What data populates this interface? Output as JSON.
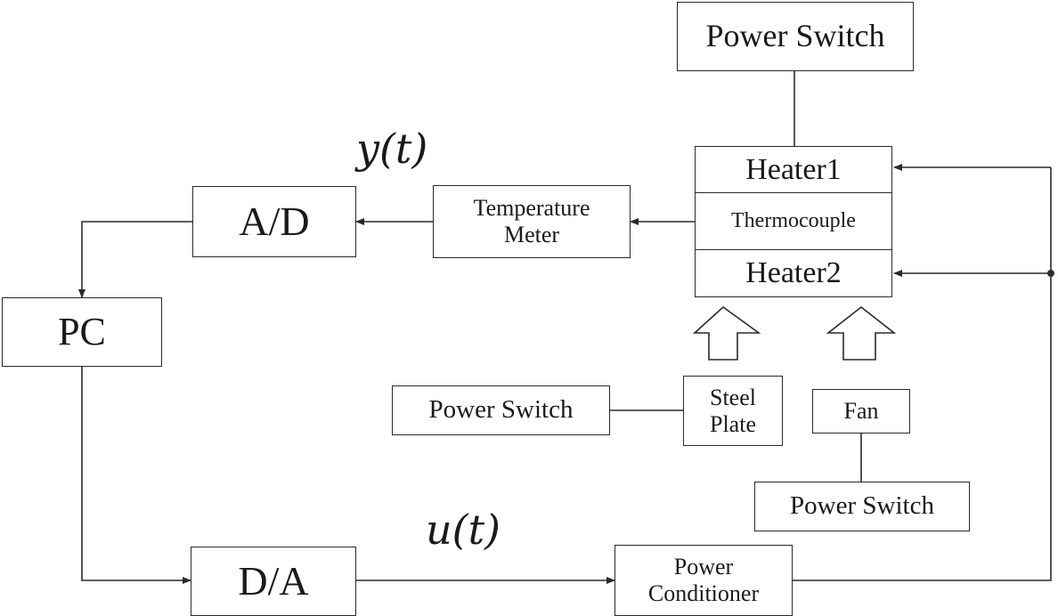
{
  "blocks": {
    "power_switch_top": "Power Switch",
    "heater1": "Heater1",
    "thermocouple": "Thermocouple",
    "heater2": "Heater2",
    "temperature_meter": "Temperature\nMeter",
    "ad": "A/D",
    "pc": "PC",
    "da": "D/A",
    "power_conditioner": "Power\nConditioner",
    "power_switch_left": "Power Switch",
    "steel_plate": "Steel\nPlate",
    "fan": "Fan",
    "power_switch_bottom": "Power Switch"
  },
  "signals": {
    "output": "y(t)",
    "input": "u(t)"
  }
}
